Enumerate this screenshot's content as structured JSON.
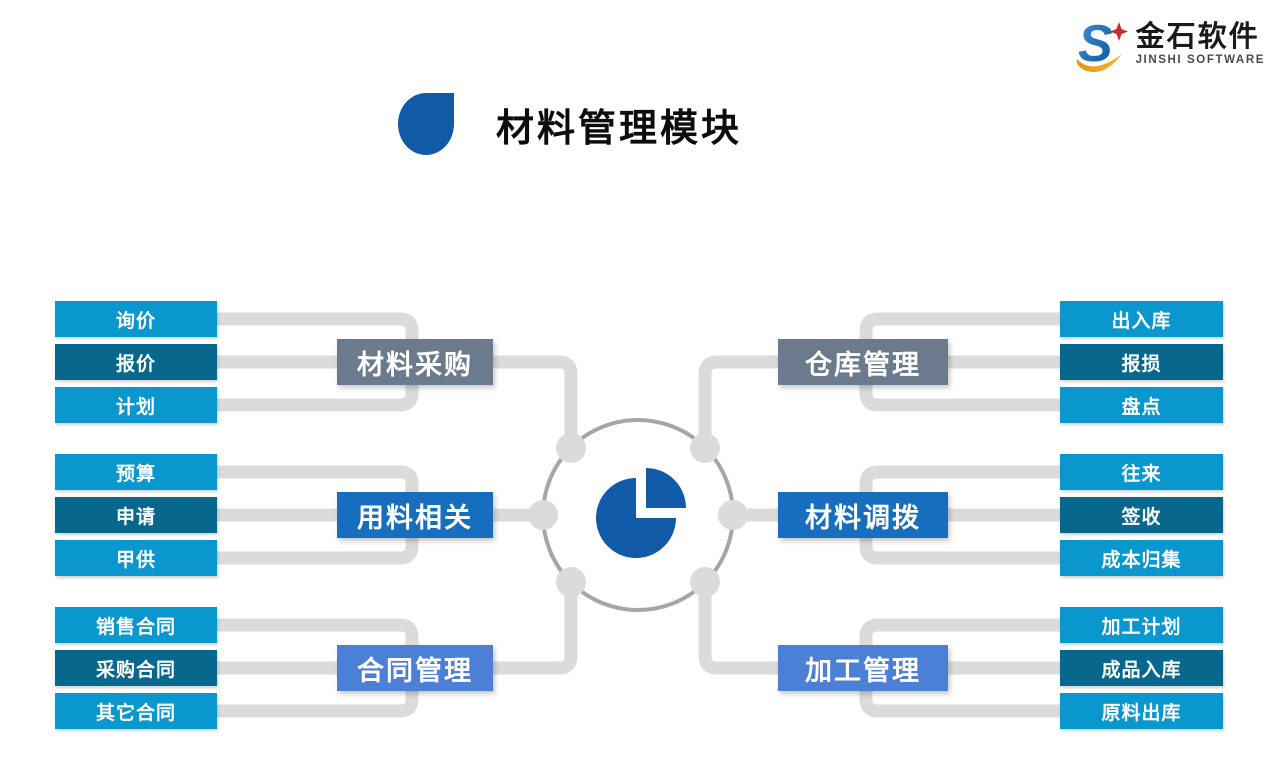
{
  "page": {
    "title": "材料管理模块"
  },
  "logo": {
    "name_cn": "金石软件",
    "name_en": "JINSHI SOFTWARE"
  },
  "colors": {
    "item_light": "#0A97CE",
    "item_dark": "#07678C",
    "group": {
      "gray": "#6B7A8D",
      "blue": "#176DBE",
      "lightblue": "#4C7FD6"
    },
    "connector": "#DBDBDB",
    "ring": "#A6A6A6",
    "center_pie": "#115AA8",
    "title_drop": "#115AA8"
  },
  "diagram": {
    "center_icon": "pie-chart-icon",
    "groups": [
      {
        "id": "material-purchase",
        "side": "left",
        "row": 0,
        "label": "材料采购",
        "style": "gray",
        "items": [
          "询价",
          "报价",
          "计划"
        ]
      },
      {
        "id": "material-usage",
        "side": "left",
        "row": 1,
        "label": "用料相关",
        "style": "blue",
        "items": [
          "预算",
          "申请",
          "甲供"
        ]
      },
      {
        "id": "contract-management",
        "side": "left",
        "row": 2,
        "label": "合同管理",
        "style": "lightblue",
        "items": [
          "销售合同",
          "采购合同",
          "其它合同"
        ]
      },
      {
        "id": "warehouse-management",
        "side": "right",
        "row": 0,
        "label": "仓库管理",
        "style": "gray",
        "items": [
          "出入库",
          "报损",
          "盘点"
        ]
      },
      {
        "id": "material-transfer",
        "side": "right",
        "row": 1,
        "label": "材料调拨",
        "style": "blue",
        "items": [
          "往来",
          "签收",
          "成本归集"
        ]
      },
      {
        "id": "processing-management",
        "side": "right",
        "row": 2,
        "label": "加工管理",
        "style": "lightblue",
        "items": [
          "加工计划",
          "成品入库",
          "原料出库"
        ]
      }
    ]
  }
}
